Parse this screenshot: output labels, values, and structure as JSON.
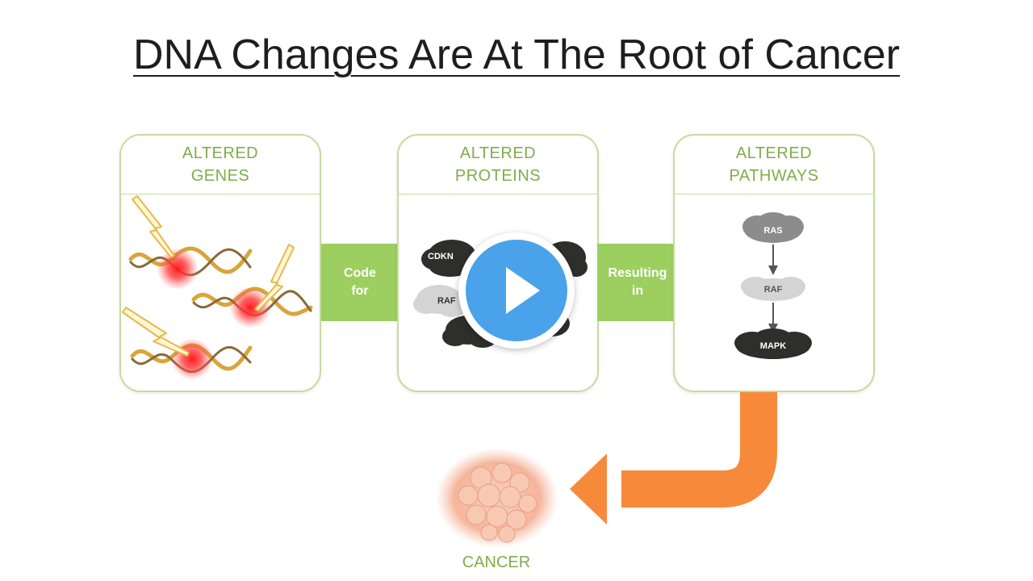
{
  "title": "DNA Changes Are At The Root of Cancer",
  "panels": [
    {
      "line1": "ALTERED",
      "line2": "GENES"
    },
    {
      "line1": "ALTERED",
      "line2": "PROTEINS"
    },
    {
      "line1": "ALTERED",
      "line2": "PATHWAYS"
    }
  ],
  "arrows": [
    {
      "line1": "Code",
      "line2": "for"
    },
    {
      "line1": "Resulting",
      "line2": "in"
    }
  ],
  "proteins": {
    "cdkn_partial": "CDKN",
    "raf": "RAF"
  },
  "pathway": {
    "node1": "RAS",
    "node2": "RAF",
    "node3": "MAPK"
  },
  "cancer_label": "CANCER",
  "colors": {
    "panel_border": "#c5dc9e",
    "panel_text": "#80ad4a",
    "arrow_green": "#9ccf5f",
    "orange_arrow": "#f7893b",
    "play_blue": "#4aa3ea",
    "dark_cloud": "#2e2f2a",
    "grey_cloud": "#8c8c8c",
    "light_cloud": "#d4d4d4"
  },
  "icons": {
    "play": "play-icon",
    "lightning": "lightning-icon",
    "dna": "dna-helix-icon",
    "cell": "cancer-cell-icon"
  }
}
